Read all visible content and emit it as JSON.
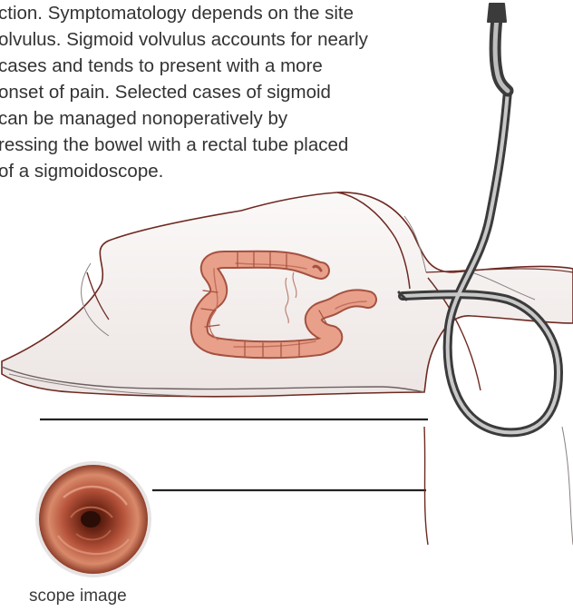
{
  "text_lines": [
    "ction. Symptomatology depends on the site",
    "olvulus. Sigmoid volvulus accounts for nearly",
    " cases and tends to present with a more",
    "onset of pain. Selected cases of sigmoid",
    "can be managed nonoperatively by",
    "ressing the bowel with a rectal tube placed",
    "of a sigmoidoscope."
  ],
  "caption": "scope image",
  "colors": {
    "text": "#333333",
    "colon_fill": "#e8a08a",
    "colon_stroke": "#a5513f",
    "body_fill": "#f8f5f4",
    "body_outline": "#6e2a22",
    "scope_dark": "#3b3b3b",
    "scope_light": "#c8c8c8",
    "table_line": "#222222"
  },
  "icons": [
    "sigmoidoscope-icon",
    "colon-icon",
    "scope-view-icon"
  ]
}
